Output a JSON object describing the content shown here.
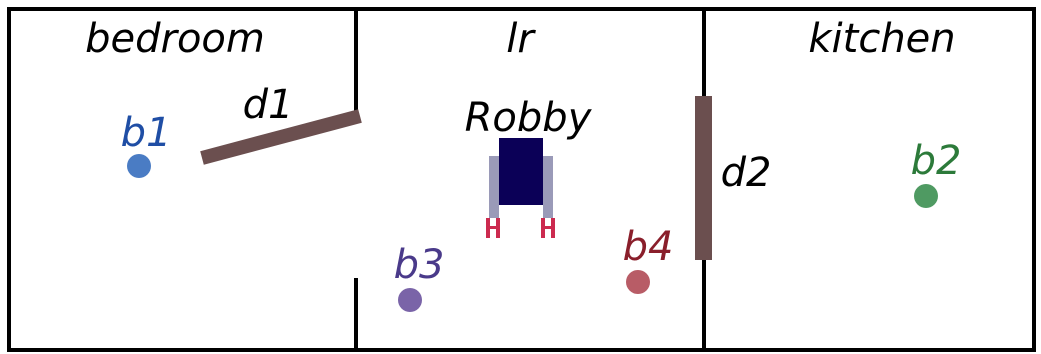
{
  "rooms": [
    {
      "id": "bedroom",
      "label": "bedroom"
    },
    {
      "id": "lr",
      "label": "lr"
    },
    {
      "id": "kitchen",
      "label": "kitchen"
    }
  ],
  "doors": [
    {
      "id": "d1",
      "label": "d1",
      "color": "#6b4f4f"
    },
    {
      "id": "d2",
      "label": "d2",
      "color": "#6b4f4f"
    }
  ],
  "robot": {
    "label": "Robby",
    "body_color": "#0b0057",
    "arm_color": "#9a9ab8",
    "gripper_color": "#cc2a4f"
  },
  "balls": [
    {
      "id": "b1",
      "label": "b1",
      "color": "#4a7cc4",
      "label_color": "#1f4ea5"
    },
    {
      "id": "b2",
      "label": "b2",
      "color": "#4f9a62",
      "label_color": "#2c7a3a"
    },
    {
      "id": "b3",
      "label": "b3",
      "color": "#7a64a8",
      "label_color": "#4a3a8a"
    },
    {
      "id": "b4",
      "label": "b4",
      "color": "#b85c66",
      "label_color": "#8a1f2b"
    }
  ]
}
